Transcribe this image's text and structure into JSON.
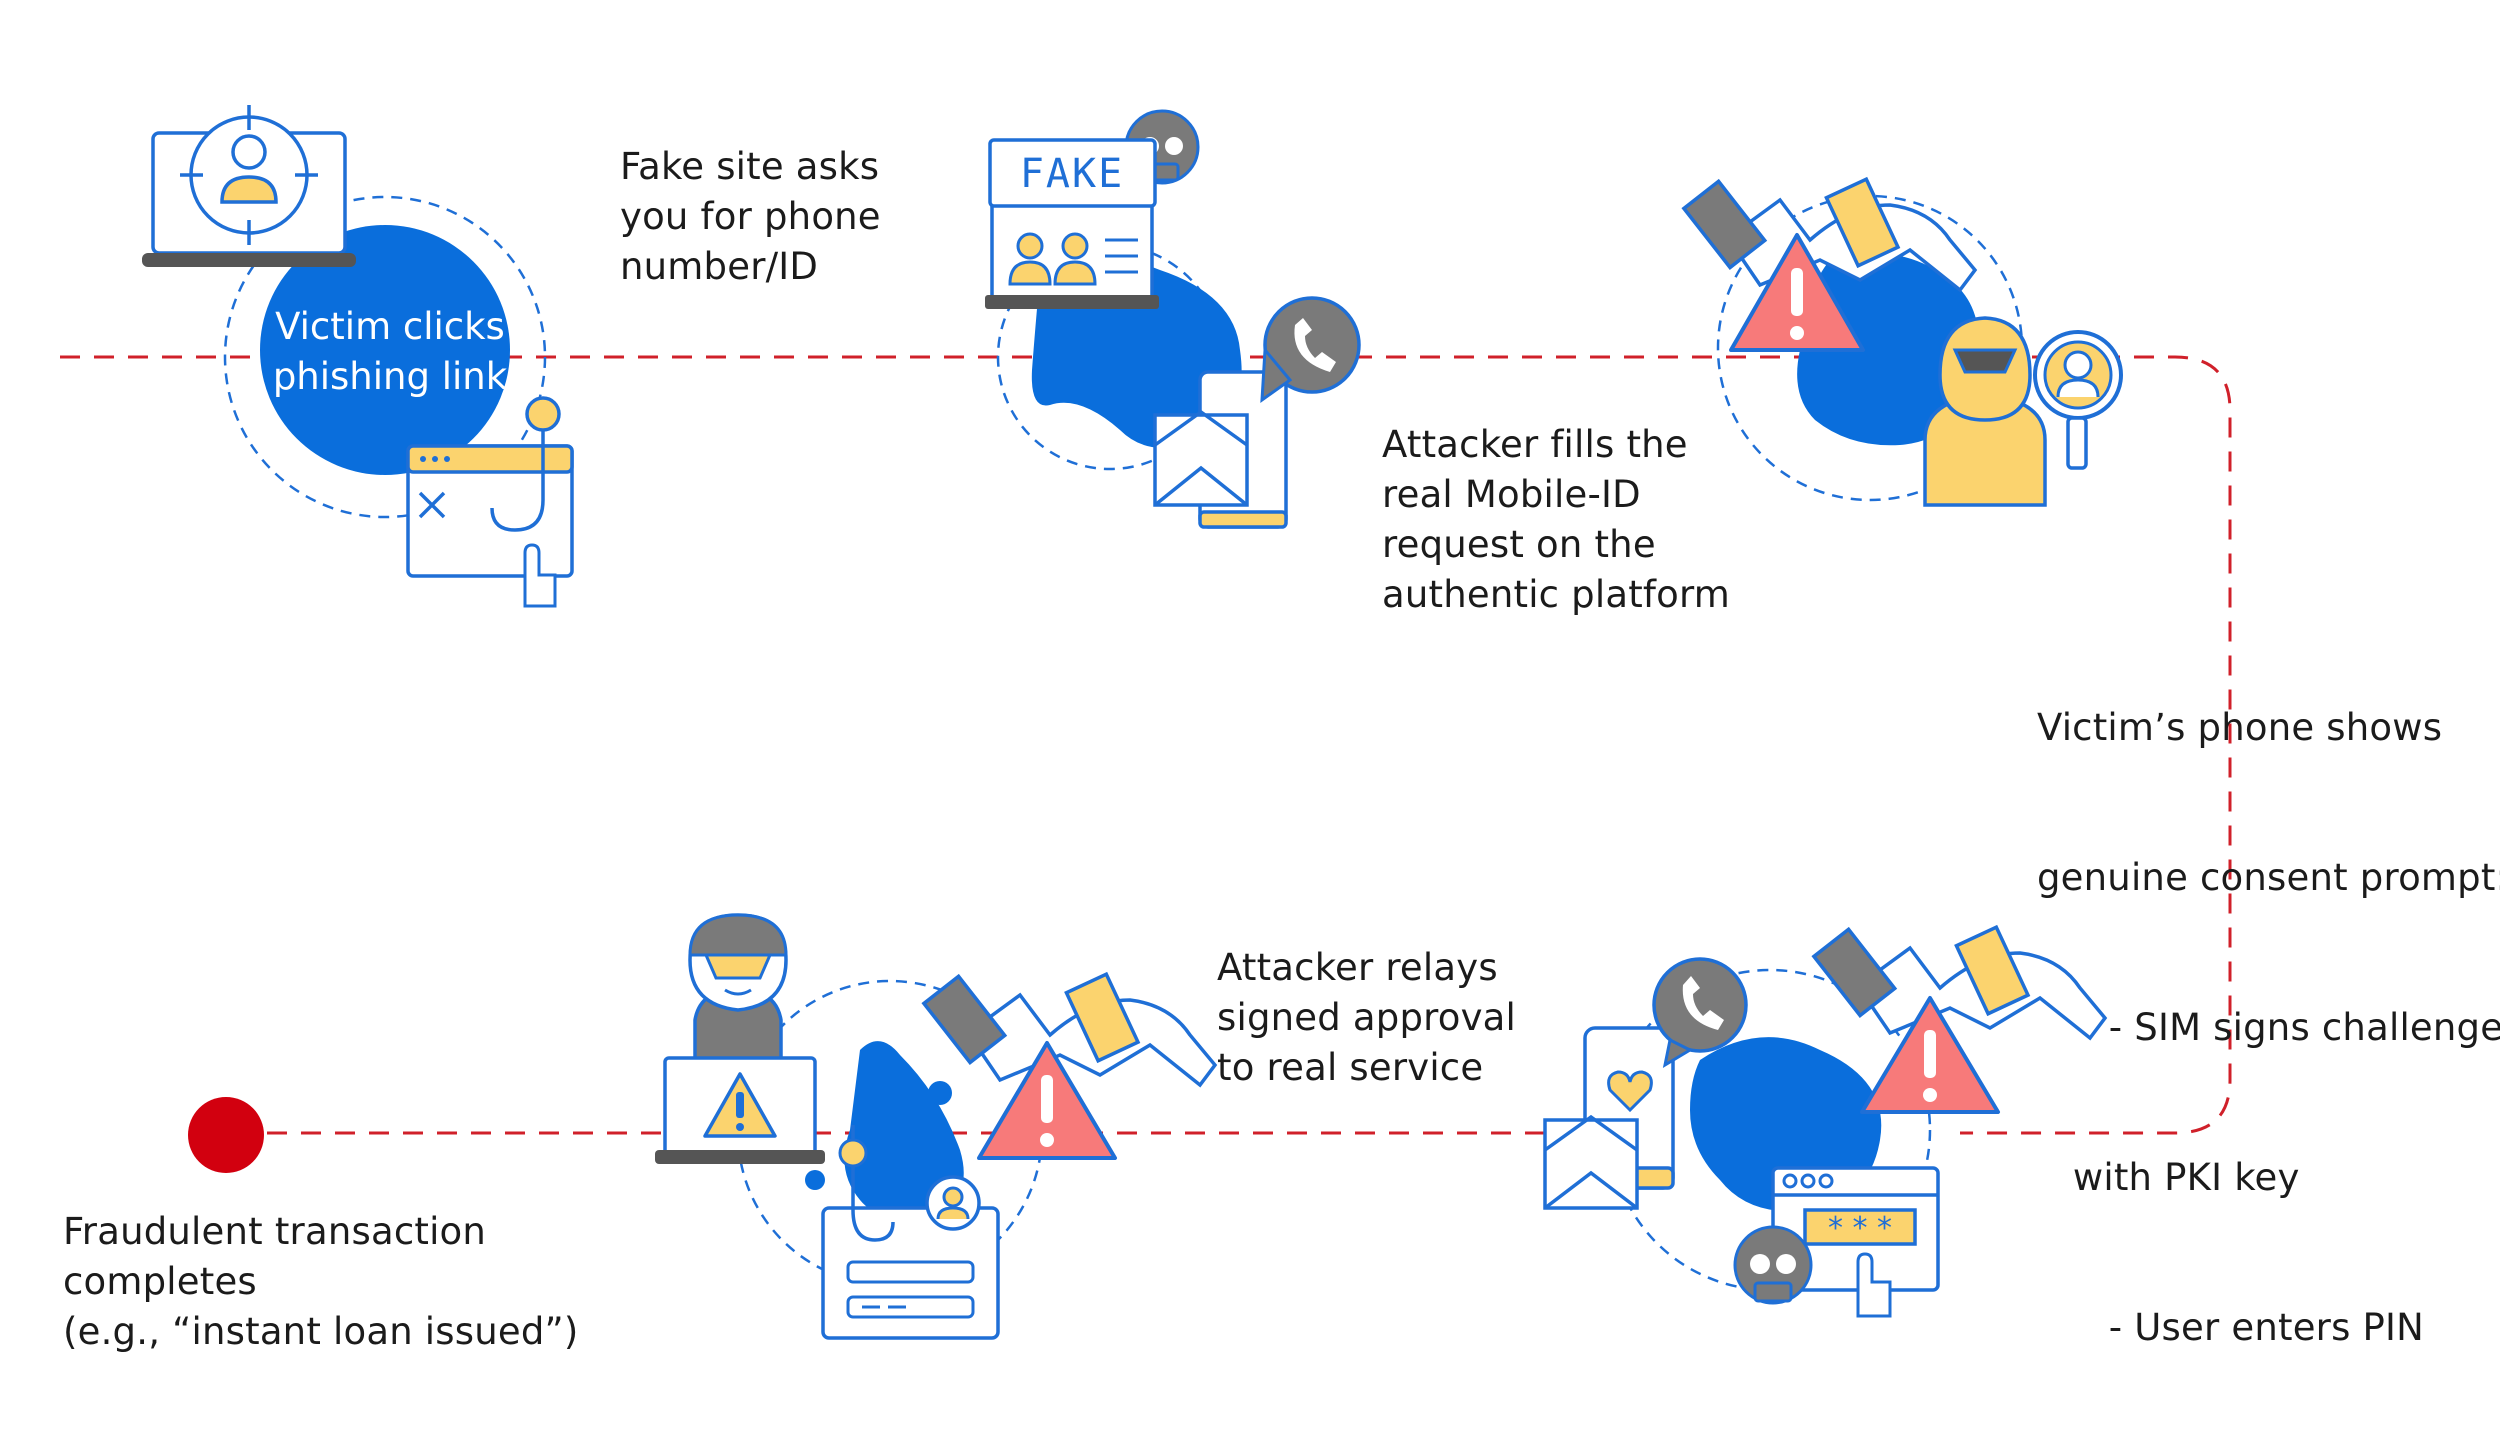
{
  "diagram": {
    "colors": {
      "path": "#d0202a",
      "end_dot": "#d2000f",
      "primary": "#0a6edc",
      "line": "#1f6fd6",
      "yellow": "#fbd36e",
      "alert": "#f77a7a",
      "gray": "#7a7a7a",
      "text": "#1b1b1b"
    },
    "icons": {
      "step1": [
        "laptop-target-user-icon",
        "phishing-hook-browser-icon"
      ],
      "step2": [
        "fake-website-icon",
        "skull-icon",
        "phone-mail-icon",
        "phone-call-bubble-icon"
      ],
      "step3": [
        "handshake-warning-icon",
        "hacker-mask-icon"
      ],
      "step4": [
        "phone-heart-mail-icon",
        "handshake-warning-icon",
        "password-browser-icon",
        "skull-icon"
      ],
      "step5": [
        "hacker-laptop-warning-icon",
        "handshake-warning-icon",
        "hook-login-form-icon"
      ]
    },
    "steps": [
      {
        "id": "victim-clicks",
        "lines": [
          "Victim clicks",
          "phishing link"
        ]
      },
      {
        "id": "fake-site",
        "lines": [
          "Fake site asks",
          "you for phone",
          "number/ID"
        ]
      },
      {
        "id": "attacker-fills",
        "lines": [
          "Attacker fills the",
          "real Mobile-ID",
          "request on the",
          "authentic platform"
        ]
      },
      {
        "id": "phone-prompt",
        "lines": [
          "Victim’s phone shows",
          "genuine consent prompt:",
          "      - SIM signs challenge",
          "   with PKI key",
          "      - User enters PIN"
        ]
      },
      {
        "id": "relay",
        "lines": [
          "Attacker relays",
          "signed approval",
          "to real service"
        ]
      },
      {
        "id": "fraud",
        "lines": [
          "Fraudulent transaction",
          "completes",
          "(e.g., “instant loan issued”)"
        ]
      }
    ]
  }
}
